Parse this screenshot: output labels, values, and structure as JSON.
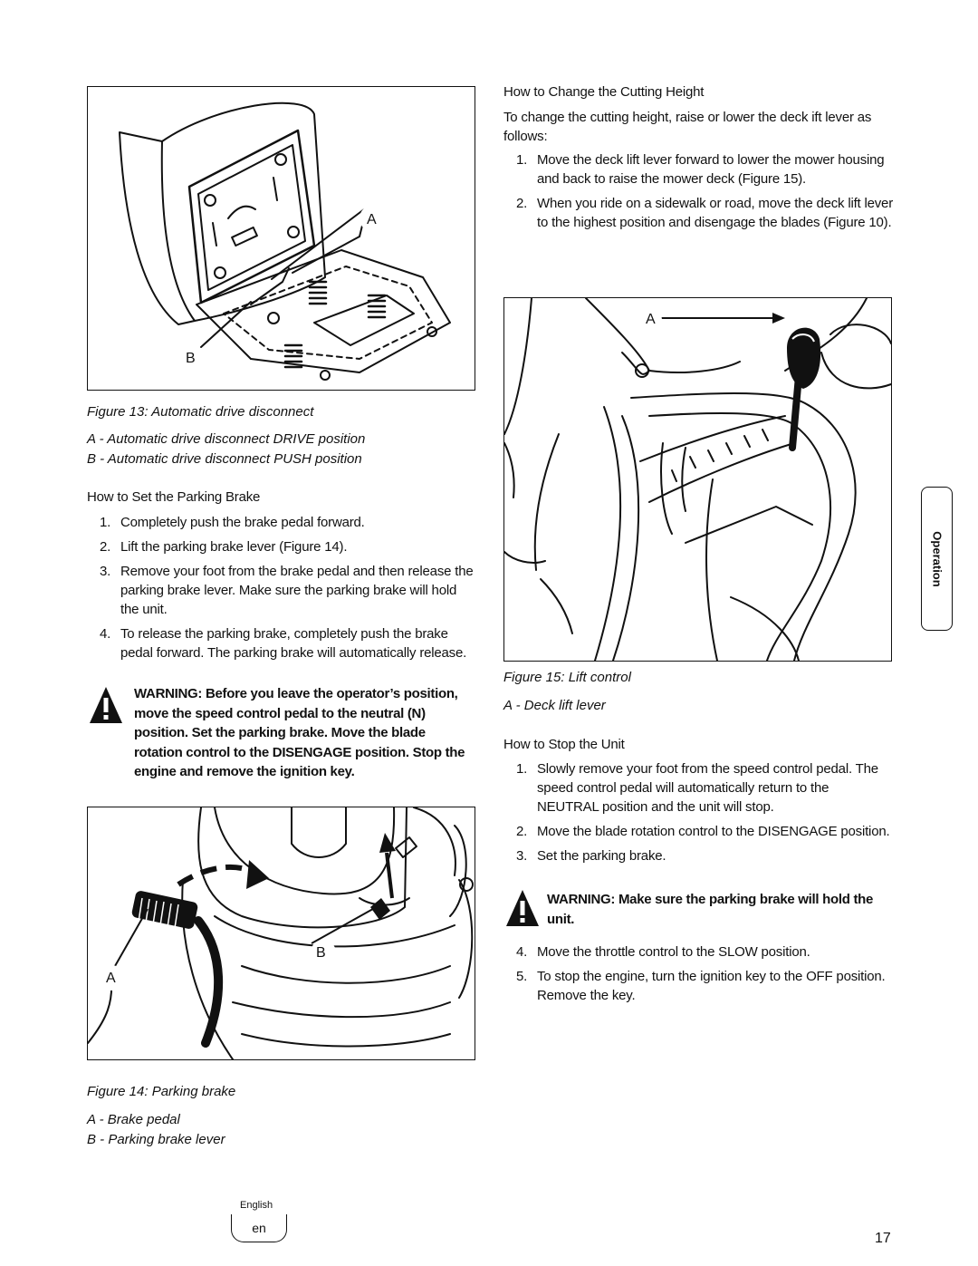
{
  "figure13": {
    "callout_a": "A",
    "callout_b": "B",
    "caption": "Figure 13: Automatic drive disconnect",
    "legend": [
      "A - Automatic drive disconnect DRIVE position",
      "B - Automatic drive disconnect PUSH position"
    ]
  },
  "parking_brake": {
    "heading": "How to Set the Parking Brake",
    "steps": [
      {
        "num": "1.",
        "parts": [
          "Completely push the brake pedal forward."
        ]
      },
      {
        "num": "2.",
        "parts": [
          "Lift the ",
          "parking brake lever",
          " (Figure 14)."
        ]
      },
      {
        "num": "3.",
        "parts": [
          "Remove your foot from the brake pedal and then release the ",
          "parking brake lever",
          ". Make sure the parking brake will hold the unit."
        ]
      },
      {
        "num": "4.",
        "parts": [
          "To release the parking brake, completely push the brake pedal forward. The parking brake will automatically release."
        ]
      }
    ],
    "warning": "WARNING: Before you leave the operator’s position, move the speed control pedal to the neutral (N) position. Set the parking brake. Move the blade rotation control to the DISENGAGE position. Stop the engine and remove the ignition key."
  },
  "figure14": {
    "callout_a": "A",
    "callout_b": "B",
    "caption": "Figure 14: Parking brake",
    "legend": [
      "A - Brake pedal",
      "B - Parking brake lever"
    ]
  },
  "cutting_height": {
    "heading": "How to Change the Cutting Height",
    "intro_parts": [
      "To change the cutting height, raise or lower the ",
      "deck ift lever",
      " as follows:"
    ],
    "steps": [
      {
        "num": "1.",
        "parts": [
          "Move the ",
          "deck lift lever",
          " forward to lower the mower housing and back to raise the mower deck (Figure 15)."
        ]
      },
      {
        "num": "2.",
        "parts": [
          "When you ride on a sidewalk or road, move the deck lift lever to the highest position and disengage the blades (Figure 10)."
        ]
      }
    ]
  },
  "figure15": {
    "callout_a": "A",
    "caption": "Figure 15: Lift control",
    "legend": [
      "A - Deck lift lever"
    ]
  },
  "stop_unit": {
    "heading": "How to Stop the Unit",
    "steps_a": [
      {
        "num": "1.",
        "text": "Slowly remove your foot from the speed control pedal. The speed control pedal will automatically return to the NEUTRAL position and the unit will stop."
      },
      {
        "num": "2.",
        "text": "Move the blade rotation control to the DISENGAGE position."
      },
      {
        "num": "3.",
        "text": "Set the parking brake."
      }
    ],
    "warning": "WARNING: Make sure the parking brake will hold the unit.",
    "steps_b": [
      {
        "num": "4.",
        "text": "Move the throttle control to the SLOW position."
      },
      {
        "num": "5.",
        "text": "To stop the engine, turn the ignition key to the OFF position. Remove the key."
      }
    ]
  },
  "side_tab": "Operation",
  "footer": {
    "language": "English",
    "lang_code": "en",
    "page_number": "17"
  }
}
